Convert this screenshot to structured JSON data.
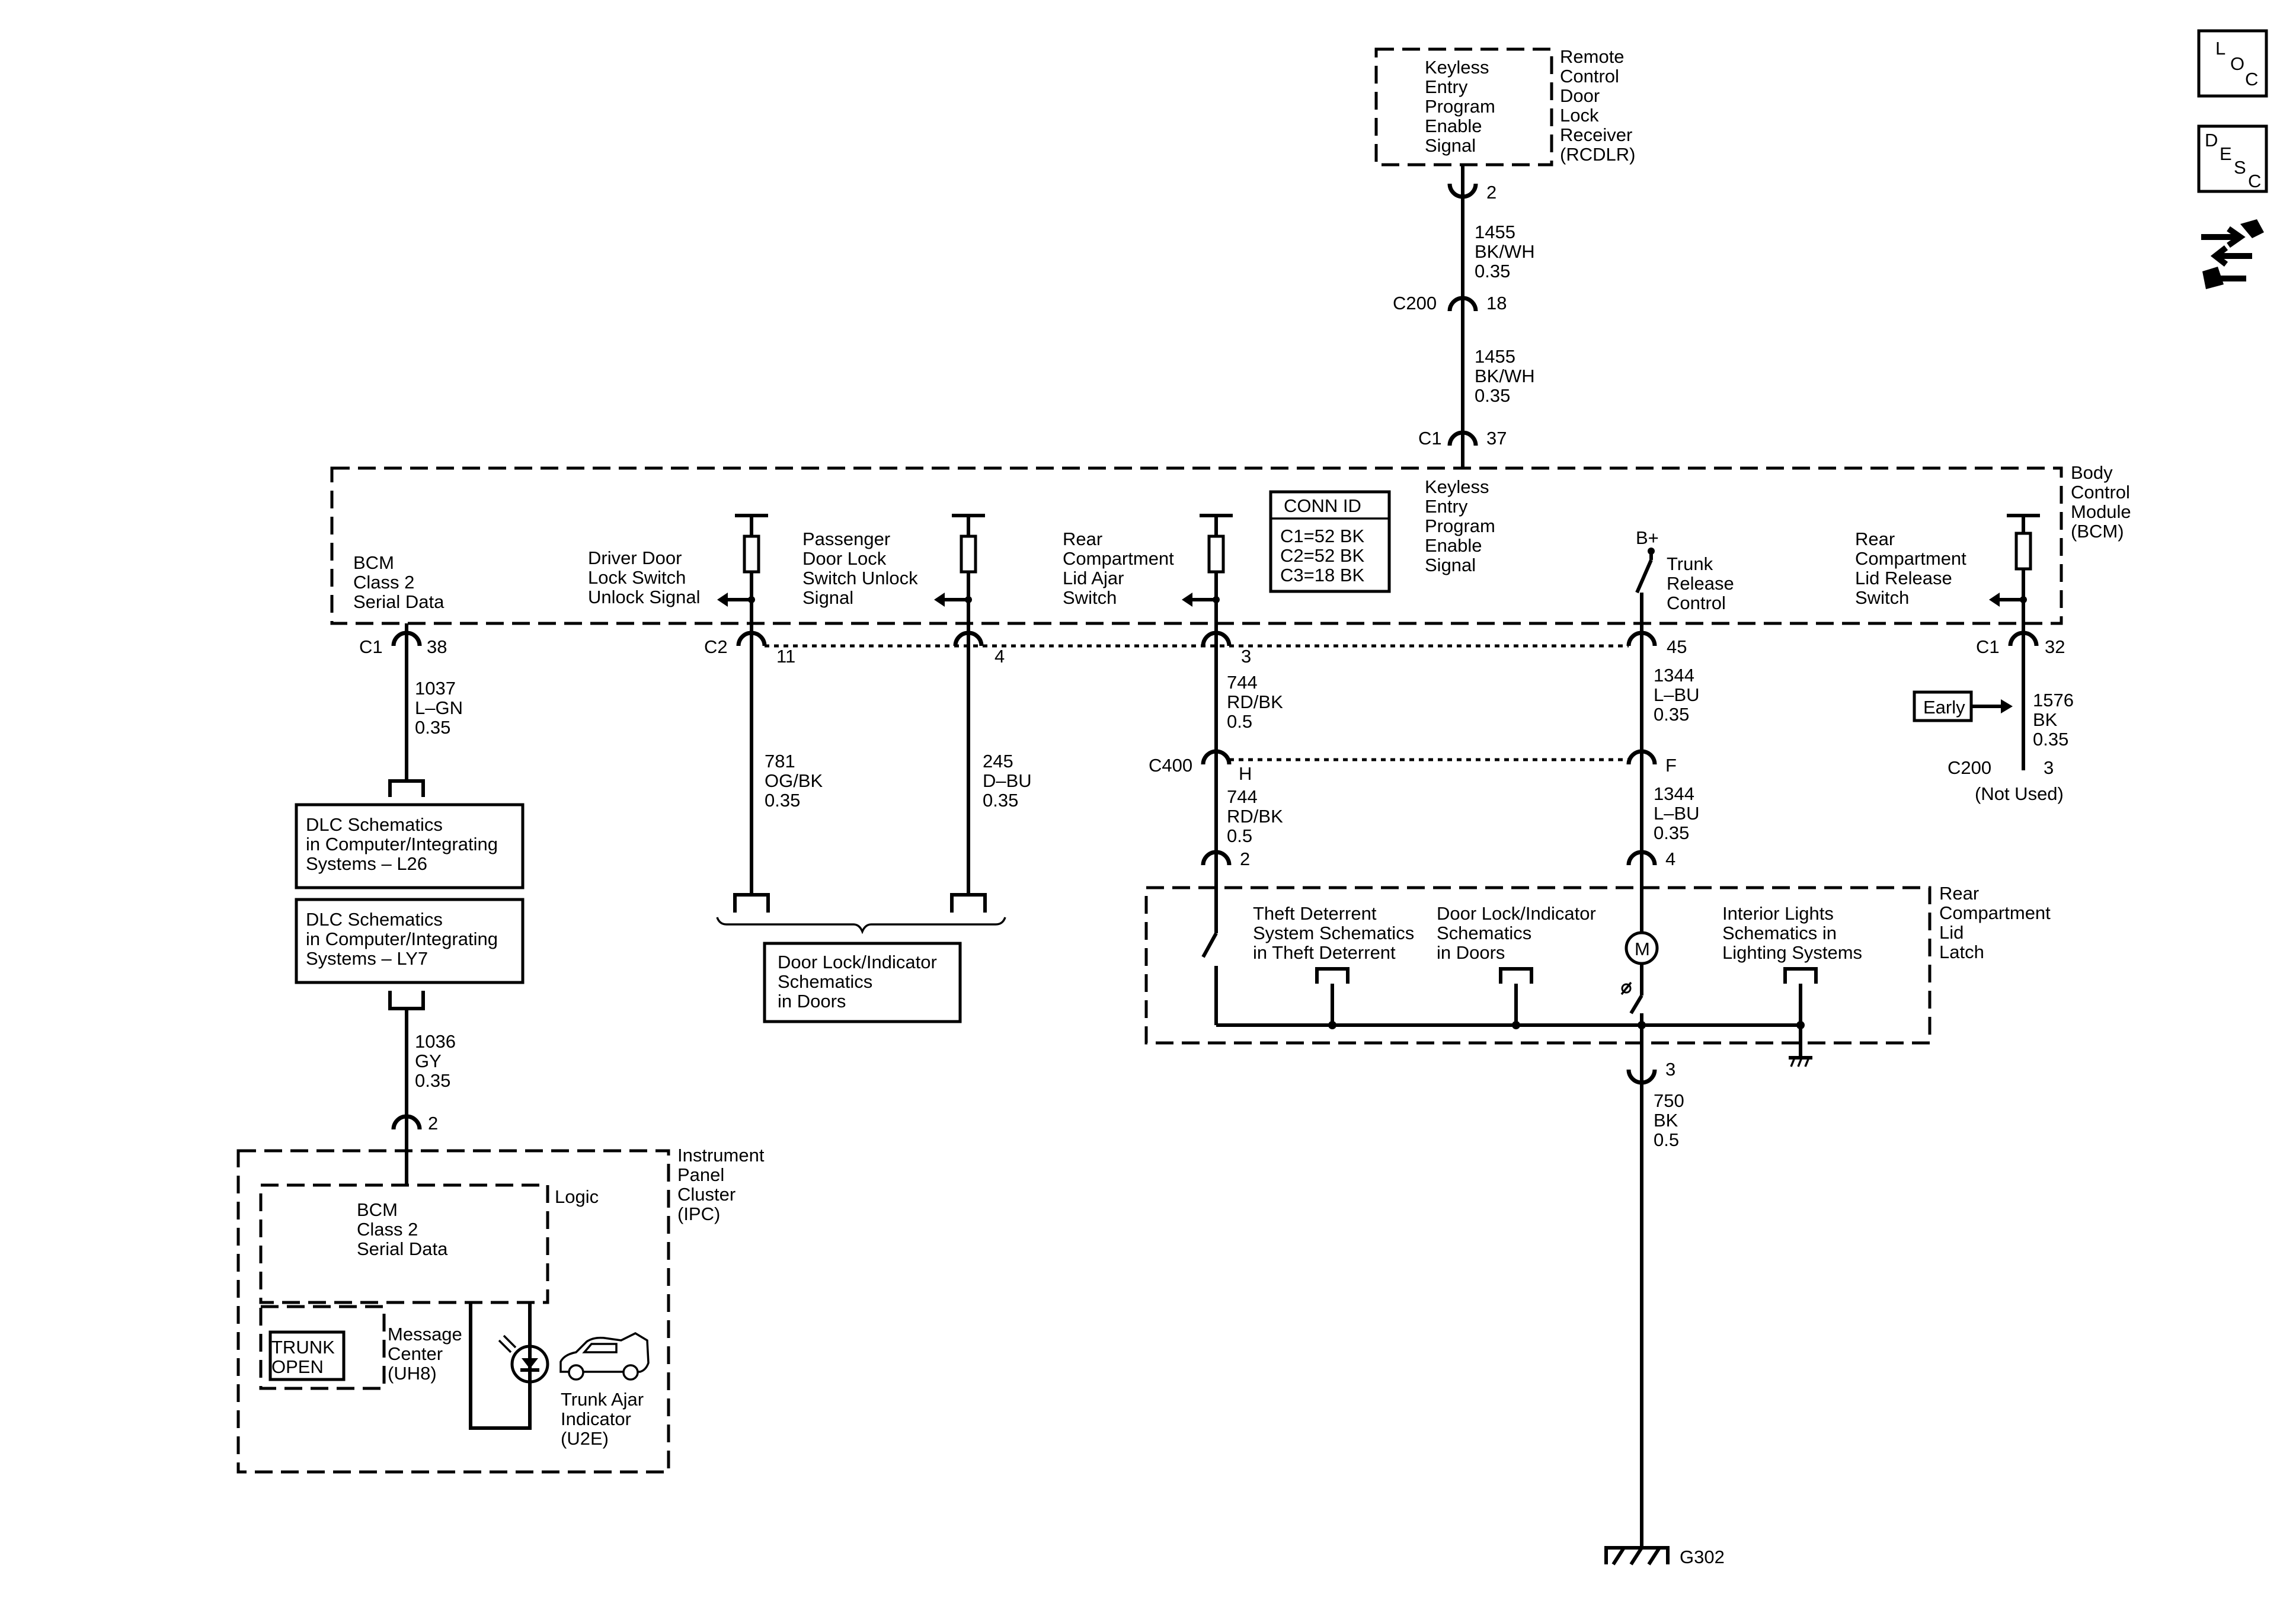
{
  "side_icons": {
    "loc": [
      "L",
      "O",
      "C"
    ],
    "desc": [
      "D",
      "E",
      "S",
      "C"
    ]
  },
  "rcdlr": {
    "signal": [
      "Keyless",
      "Entry",
      "Program",
      "Enable",
      "Signal"
    ],
    "name": [
      "Remote",
      "Control",
      "Door",
      "Lock",
      "Receiver",
      "(RCDLR)"
    ],
    "pin": "2"
  },
  "wire_1455_a": [
    "1455",
    "BK/WH",
    "0.35"
  ],
  "c200_top": {
    "name": "C200",
    "pin": "18"
  },
  "wire_1455_b": [
    "1455",
    "BK/WH",
    "0.35"
  ],
  "c1_37": {
    "name": "C1",
    "pin": "37"
  },
  "bcm": {
    "name": [
      "Body",
      "Control",
      "Module",
      "(BCM)"
    ],
    "keyless": [
      "Keyless",
      "Entry",
      "Program",
      "Enable",
      "Signal"
    ],
    "conn_id": {
      "title": "CONN ID",
      "rows": [
        "C1=52 BK",
        "C2=52 BK",
        "C3=18 BK"
      ]
    },
    "class2": [
      "BCM",
      "Class 2",
      "Serial Data"
    ],
    "driver": [
      "Driver Door",
      "Lock Switch",
      "Unlock Signal"
    ],
    "passenger": [
      "Passenger",
      "Door Lock",
      "Switch Unlock",
      "Signal"
    ],
    "rear_ajar": [
      "Rear",
      "Compartment",
      "Lid Ajar",
      "Switch"
    ],
    "bplus": "B+",
    "trunk_release": [
      "Trunk",
      "Release",
      "Control"
    ],
    "rear_release": [
      "Rear",
      "Compartment",
      "Lid Release",
      "Switch"
    ]
  },
  "pins": {
    "c1_38": {
      "name": "C1",
      "pin": "38"
    },
    "c2_11": {
      "name": "C2",
      "pin": "11"
    },
    "p4": "4",
    "p3": "3",
    "p45": "45",
    "c1_32": {
      "name": "C1",
      "pin": "32"
    }
  },
  "wires": {
    "w1037": [
      "1037",
      "L–GN",
      "0.35"
    ],
    "w781": [
      "781",
      "OG/BK",
      "0.35"
    ],
    "w245": [
      "245",
      "D–BU",
      "0.35"
    ],
    "w744_a": [
      "744",
      "RD/BK",
      "0.5"
    ],
    "w1344_a": [
      "1344",
      "L–BU",
      "0.35"
    ],
    "w1576": [
      "1576",
      "BK",
      "0.35"
    ],
    "w744_b": [
      "744",
      "RD/BK",
      "0.5"
    ],
    "w1344_b": [
      "1344",
      "L–BU",
      "0.35"
    ],
    "w1036": [
      "1036",
      "GY",
      "0.35"
    ],
    "w750": [
      "750",
      "BK",
      "0.5"
    ]
  },
  "early": "Early",
  "c200_right": {
    "name": "C200",
    "pin": "3",
    "note": "(Not Used)"
  },
  "c400": {
    "name": "C400",
    "pin_h": "H",
    "pin_f": "F"
  },
  "latch_pins": {
    "p2": "2",
    "p4": "4",
    "p3": "3"
  },
  "dlc_l26": [
    "DLC Schematics",
    "in Computer/Integrating",
    "Systems – L26"
  ],
  "dlc_ly7": [
    "DLC Schematics",
    "in Computer/Integrating",
    "Systems – LY7"
  ],
  "door_lock_ref": [
    "Door Lock/Indicator",
    "Schematics",
    "in Doors"
  ],
  "latch": {
    "name": [
      "Rear",
      "Compartment",
      "Lid",
      "Latch"
    ],
    "theft": [
      "Theft Deterrent",
      "System Schematics",
      "in Theft Deterrent"
    ],
    "doorlock": [
      "Door Lock/Indicator",
      "Schematics",
      "in Doors"
    ],
    "interior": [
      "Interior Lights",
      "Schematics in",
      "Lighting Systems"
    ],
    "motor": "M"
  },
  "ipc": {
    "pin": "2",
    "name": [
      "Instrument",
      "Panel",
      "Cluster",
      "(IPC)"
    ],
    "logic": "Logic",
    "class2": [
      "BCM",
      "Class 2",
      "Serial Data"
    ],
    "trunk_open": [
      "TRUNK",
      "OPEN"
    ],
    "msg_center": [
      "Message",
      "Center",
      "(UH8)"
    ],
    "ajar": [
      "Trunk Ajar",
      "Indicator",
      "(U2E)"
    ]
  },
  "ground": "G302"
}
